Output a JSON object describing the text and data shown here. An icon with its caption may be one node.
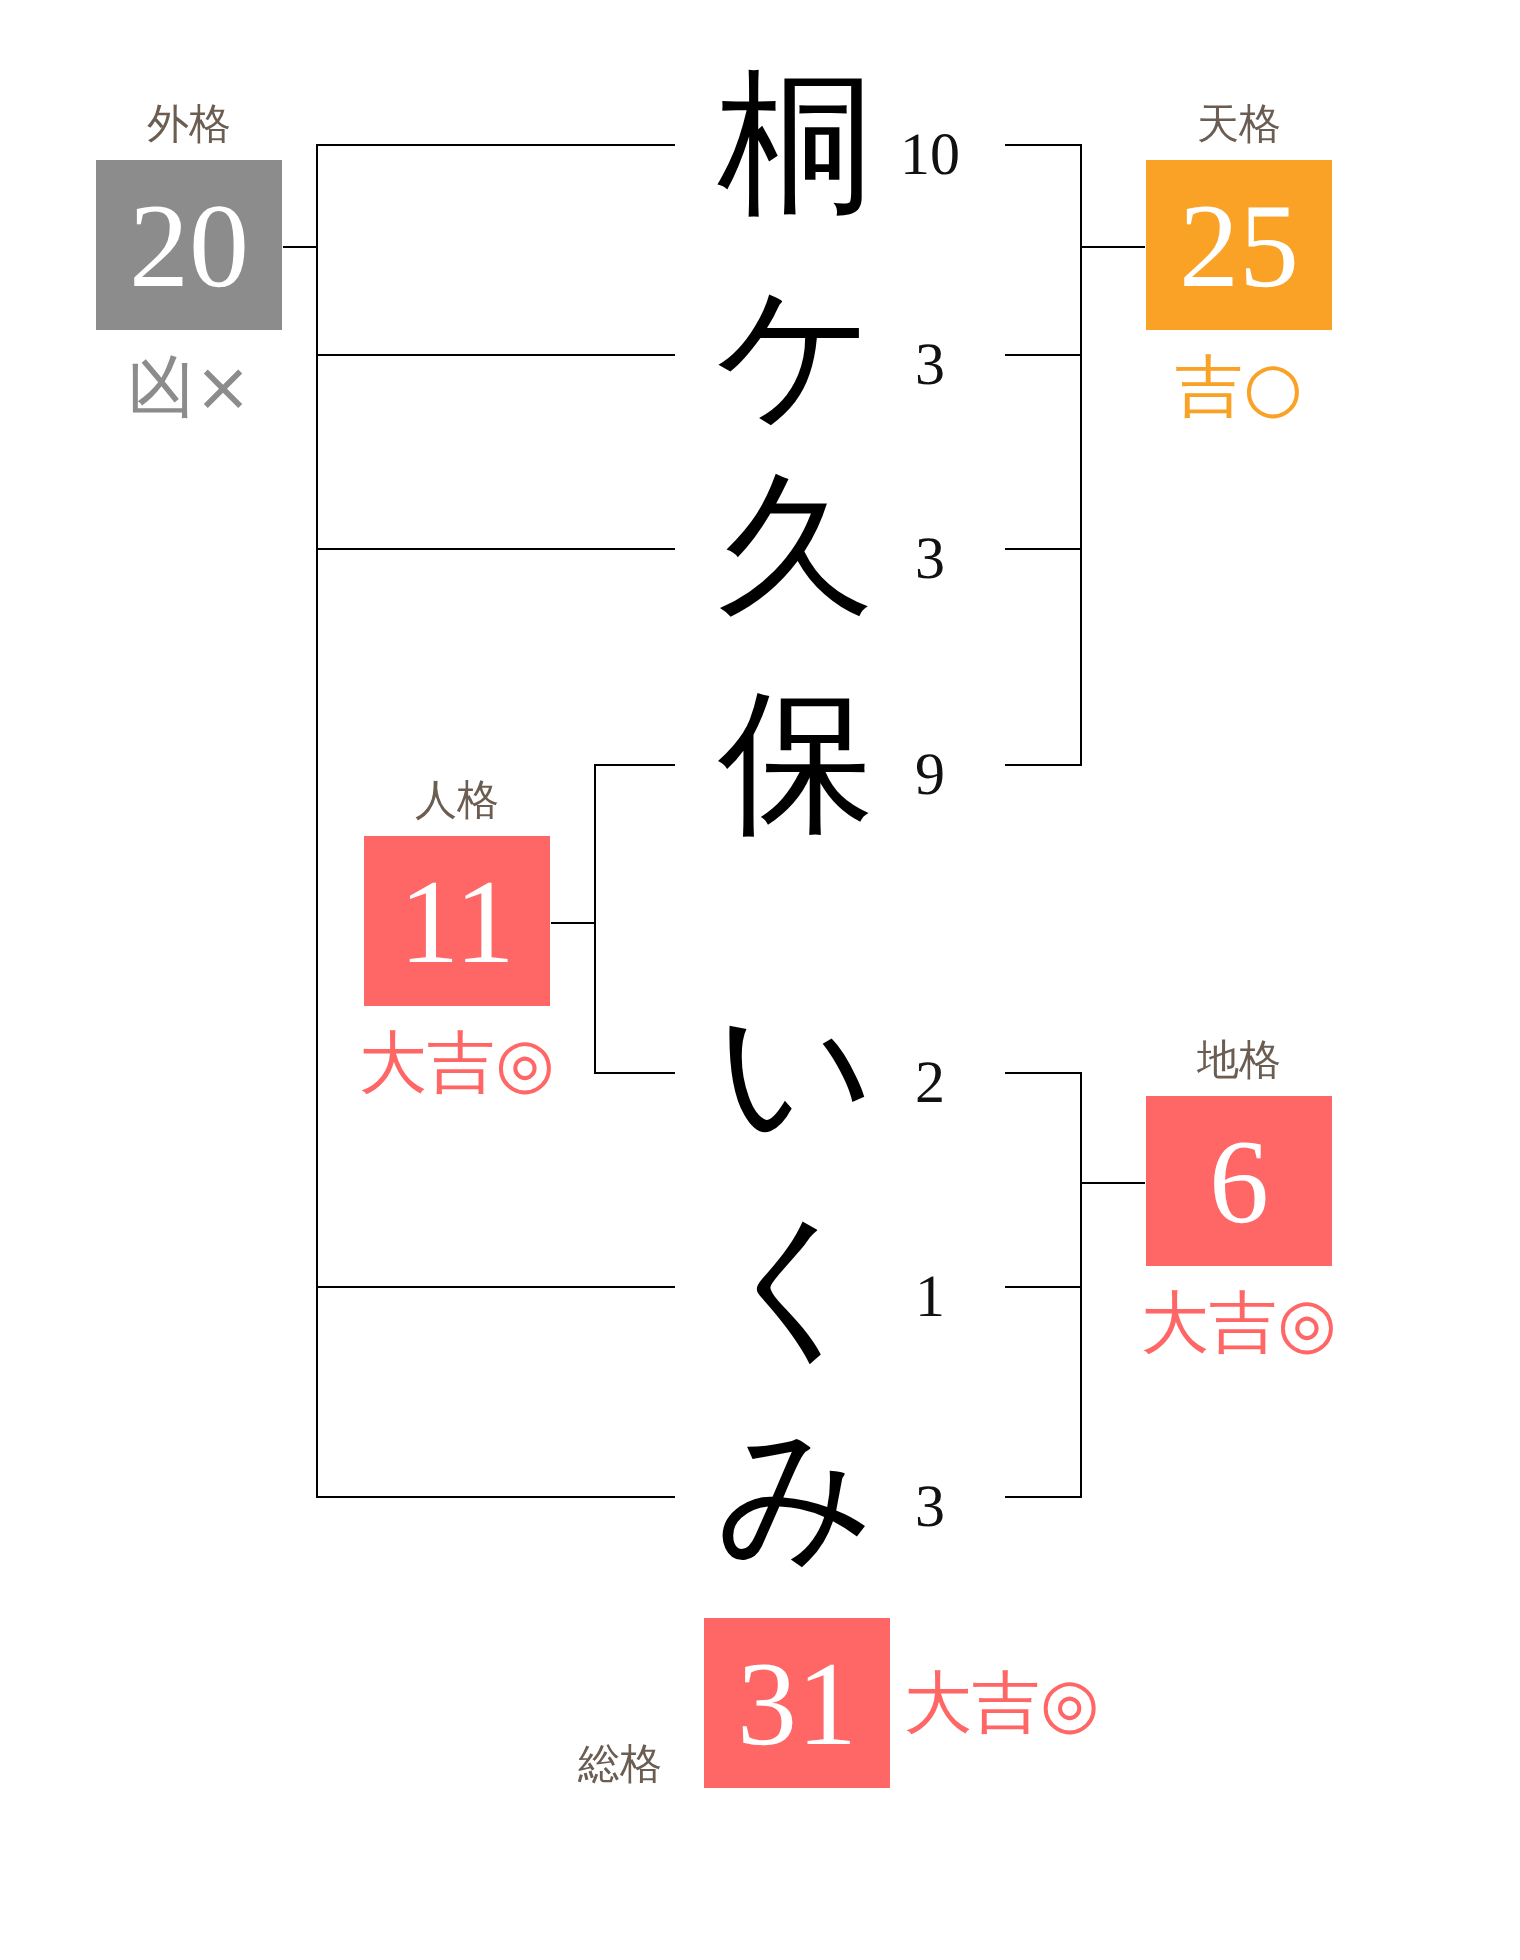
{
  "diagram": {
    "nodes": [
      {
        "text": [
          "外格",
          "20"
        ],
        "beside": [
          "凶×"
        ]
      },
      {
        "text": [
          "天格",
          "25"
        ],
        "beside": [
          "吉○"
        ]
      },
      {
        "text": [
          "桐"
        ],
        "beside": [
          "10"
        ]
      },
      {
        "text": [
          "ケ"
        ],
        "beside": [
          "3"
        ]
      },
      {
        "text": [
          "久"
        ],
        "beside": [
          "3"
        ]
      },
      {
        "text": [
          "保"
        ],
        "beside": [
          "9"
        ]
      },
      {
        "text": [
          "人格",
          "11"
        ],
        "beside": [
          "大吉◎"
        ]
      },
      {
        "text": [
          "い"
        ],
        "beside": [
          "2"
        ]
      },
      {
        "text": [
          "地格",
          "6"
        ],
        "beside": [
          "大吉◎"
        ]
      },
      {
        "text": [
          "く"
        ],
        "beside": [
          "1"
        ]
      },
      {
        "text": [
          "み"
        ],
        "beside": [
          "3"
        ]
      },
      {
        "text": [
          "総格",
          "31"
        ],
        "beside": [
          "大吉◎"
        ]
      }
    ],
    "edges": [
      {
        "from": 0,
        "to": 2,
        "arrow": "none"
      },
      {
        "from": 0,
        "to": 3,
        "arrow": "none"
      },
      {
        "from": 0,
        "to": 4,
        "arrow": "none"
      },
      {
        "from": 0,
        "to": 9,
        "arrow": "none"
      },
      {
        "from": 0,
        "to": 10,
        "arrow": "none"
      },
      {
        "from": 1,
        "to": 2,
        "arrow": "none"
      },
      {
        "from": 1,
        "to": 3,
        "arrow": "none"
      },
      {
        "from": 1,
        "to": 4,
        "arrow": "none"
      },
      {
        "from": 1,
        "to": 5,
        "arrow": "none"
      },
      {
        "from": 6,
        "to": 5,
        "arrow": "none"
      },
      {
        "from": 6,
        "to": 7,
        "arrow": "none"
      },
      {
        "from": 8,
        "to": 7,
        "arrow": "none"
      },
      {
        "from": 8,
        "to": 9,
        "arrow": "none"
      },
      {
        "from": 8,
        "to": 10,
        "arrow": "none"
      }
    ]
  }
}
